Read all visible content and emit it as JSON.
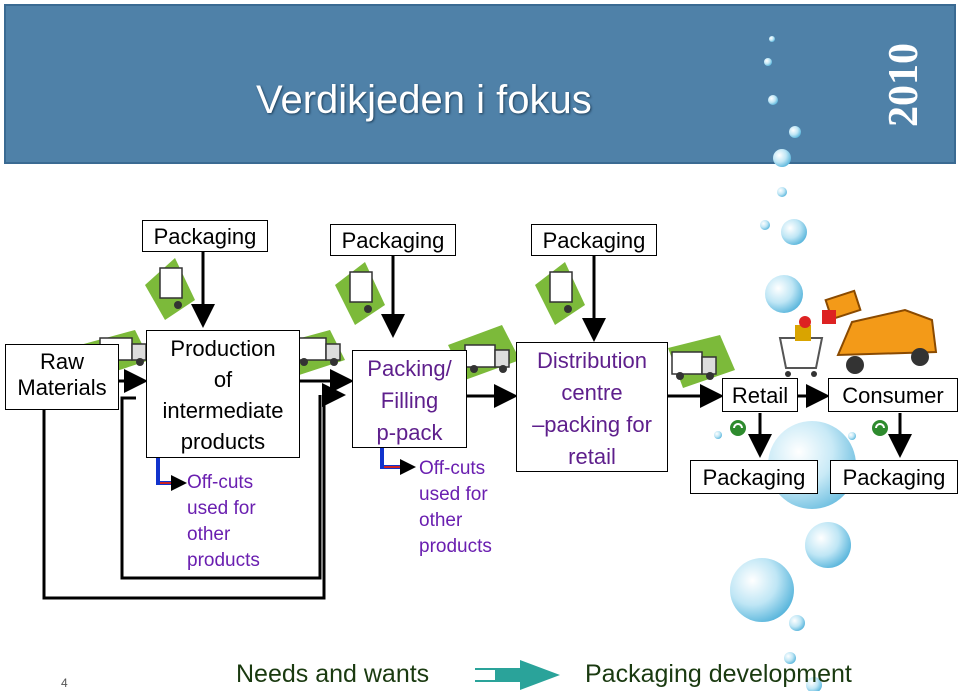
{
  "header": {
    "title": "Verdikjeden i fokus",
    "year": "2010"
  },
  "top_packaging": [
    "Packaging",
    "Packaging",
    "Packaging"
  ],
  "stages": {
    "raw": [
      "Raw",
      "Materials"
    ],
    "production": [
      "Production",
      "of",
      "intermediate",
      "products"
    ],
    "packing": [
      "Packing/",
      "Filling",
      "p-pack"
    ],
    "distribution": [
      "Distribution",
      "centre",
      "–packing for",
      "retail"
    ],
    "retail": "Retail",
    "consumer": "Consumer"
  },
  "offcuts": {
    "first": [
      "Off-cuts",
      "used for",
      "other",
      "products"
    ],
    "second": [
      "Off-cuts",
      "used for",
      "other",
      "products"
    ]
  },
  "bottom_packaging": [
    "Packaging",
    "Packaging"
  ],
  "footer": {
    "page_number": "4",
    "left_text": "Needs and wants",
    "right_text": "Packaging development"
  },
  "icons": [
    "truck-icon",
    "recycle-icon",
    "shopping-cart-icon",
    "car-icon",
    "bubble-decoration"
  ],
  "colors": {
    "header_bg": "#4f81a8",
    "purple_text": "#5e1f8c",
    "offcut_text": "#6a1fb0",
    "arrow_teal": "#2aa39a"
  }
}
